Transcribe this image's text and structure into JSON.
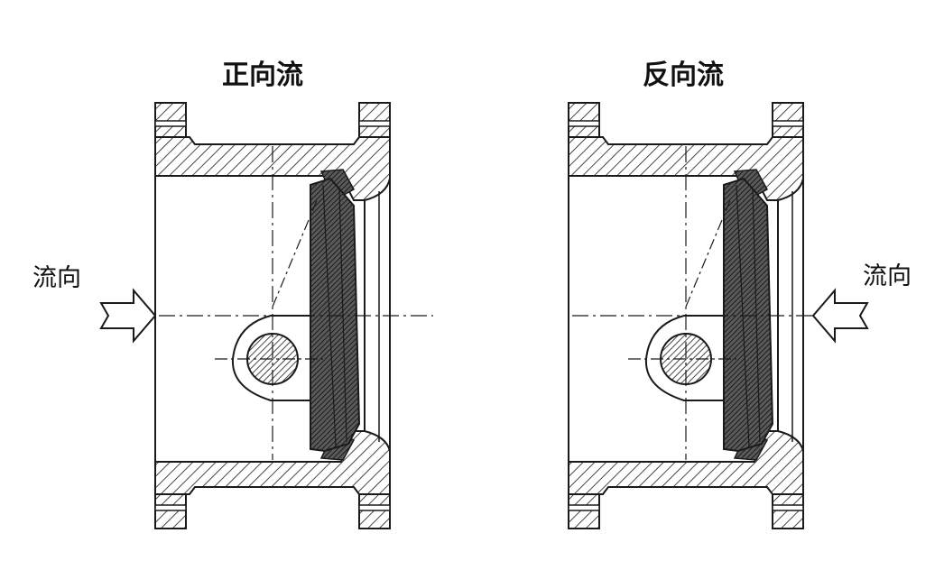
{
  "diagrams": [
    {
      "title": "正向流",
      "flow_label": "流向",
      "flow_direction": "left-to-right"
    },
    {
      "title": "反向流",
      "flow_label": "流向",
      "flow_direction": "right-to-left"
    }
  ],
  "colors": {
    "line": "#1a1a1a",
    "hatch": "#1a1a1a",
    "disc": "#2a2a2a",
    "background": "#ffffff"
  }
}
